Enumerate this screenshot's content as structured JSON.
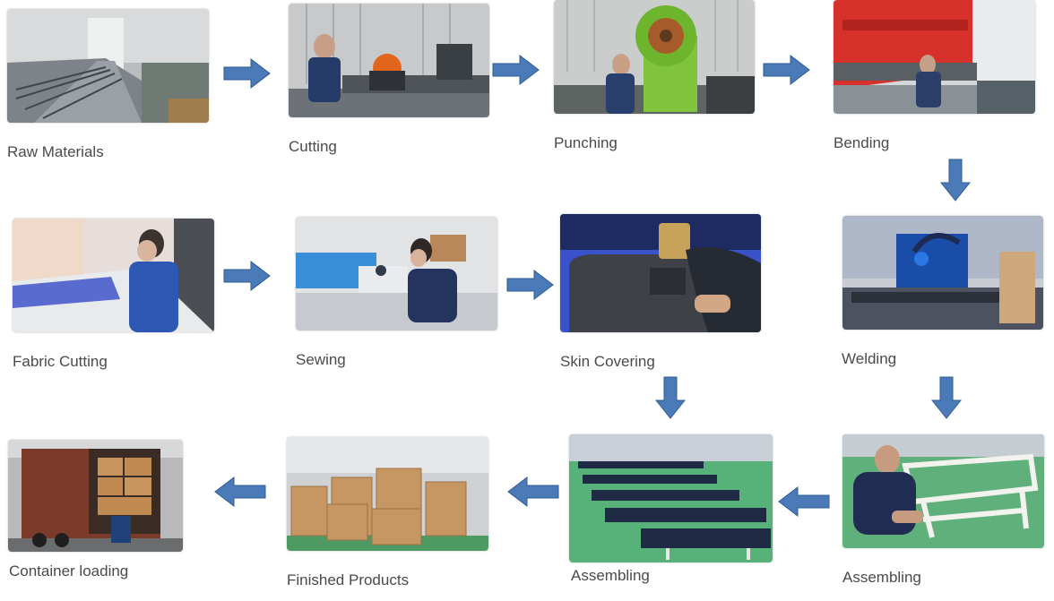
{
  "steps": [
    {
      "id": "raw-materials",
      "label": "Raw Materials"
    },
    {
      "id": "cutting",
      "label": "Cutting"
    },
    {
      "id": "punching",
      "label": "Punching"
    },
    {
      "id": "bending",
      "label": "Bending"
    },
    {
      "id": "welding",
      "label": "Welding"
    },
    {
      "id": "skin-covering",
      "label": "Skin Covering"
    },
    {
      "id": "sewing",
      "label": "Sewing"
    },
    {
      "id": "fabric-cutting",
      "label": "Fabric Cutting"
    },
    {
      "id": "assembling-frame",
      "label": "Assembling"
    },
    {
      "id": "assembling-tables",
      "label": "Assembling"
    },
    {
      "id": "finished-products",
      "label": "Finished Products"
    },
    {
      "id": "container-loading",
      "label": "Container loading"
    }
  ],
  "colors": {
    "arrow": "#4a7ab8",
    "arrow_edge": "#2f5a90",
    "label": "#4a4a4a"
  }
}
